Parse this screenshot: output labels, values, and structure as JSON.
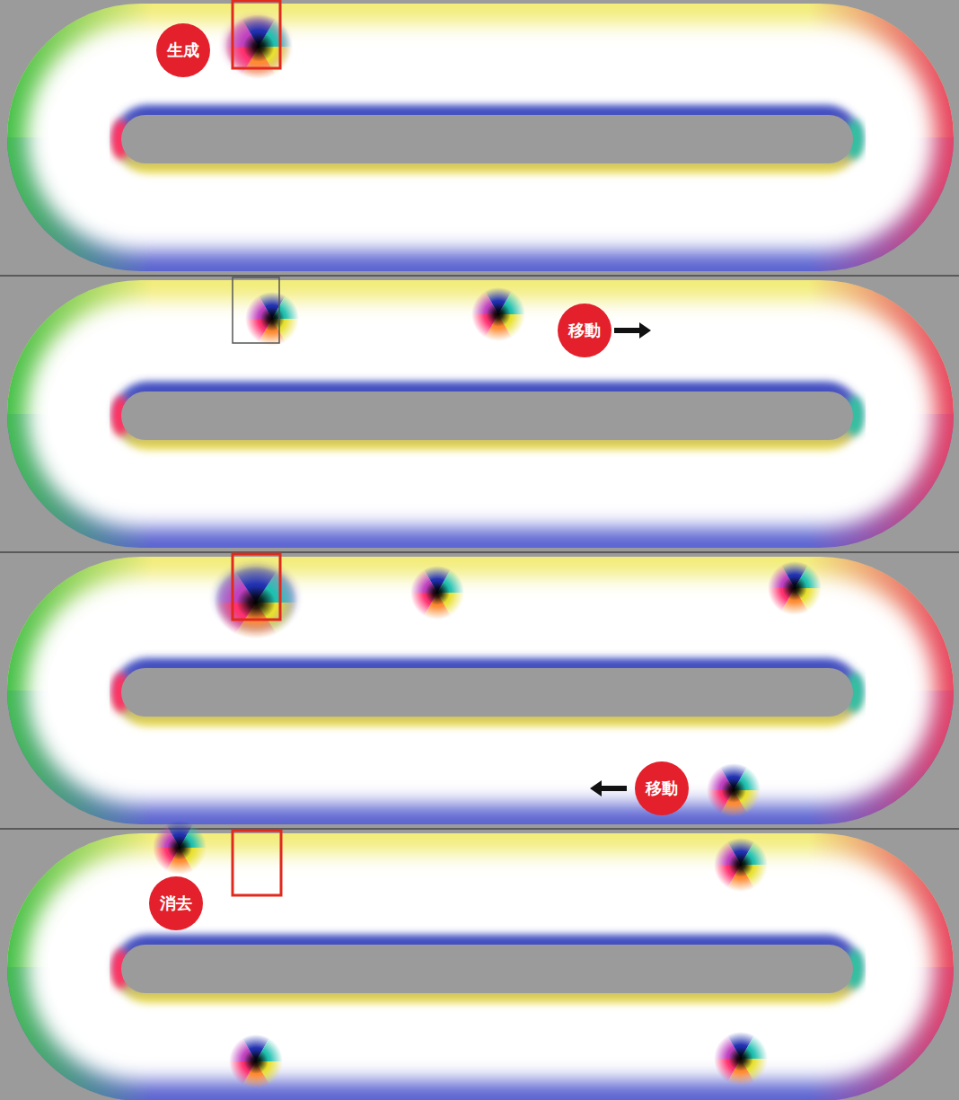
{
  "diagram": {
    "nodes": [
      {
        "text": [
          "生成"
        ]
      },
      {
        "text": [
          "移動"
        ]
      },
      {
        "text": [
          "移動"
        ]
      },
      {
        "text": [
          "消去"
        ]
      }
    ]
  }
}
